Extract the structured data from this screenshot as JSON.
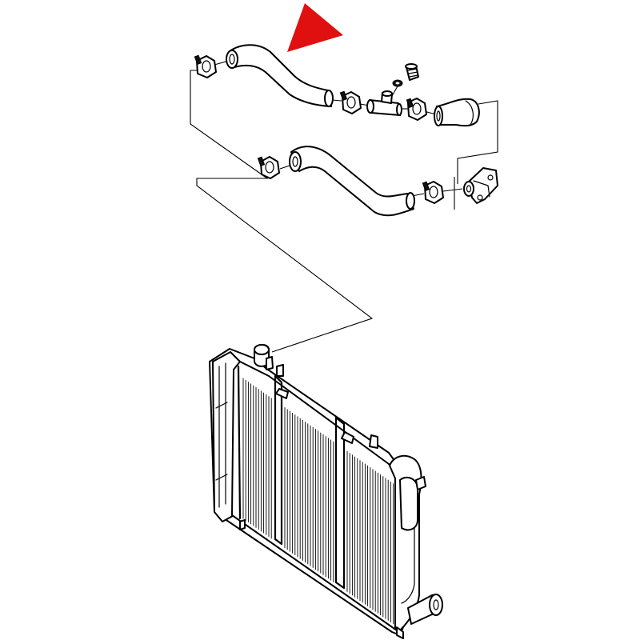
{
  "diagram": {
    "kind": "exploded-parts-view",
    "subject": "radiator-coolant-hoses",
    "highlight_color": "#e01010",
    "line_color": "#000000",
    "background_color": "#ffffff",
    "parts": [
      "highlight-arrow",
      "upper-hose",
      "upper-hose-left-clamp",
      "upper-hose-right-clamp",
      "tee-connector",
      "bleed-screw",
      "bleed-screw-washer",
      "short-elbow-hose",
      "lower-hose",
      "lower-hose-left-clamp",
      "lower-hose-right-clamp",
      "thermostat-housing-outlet",
      "radiator"
    ]
  }
}
